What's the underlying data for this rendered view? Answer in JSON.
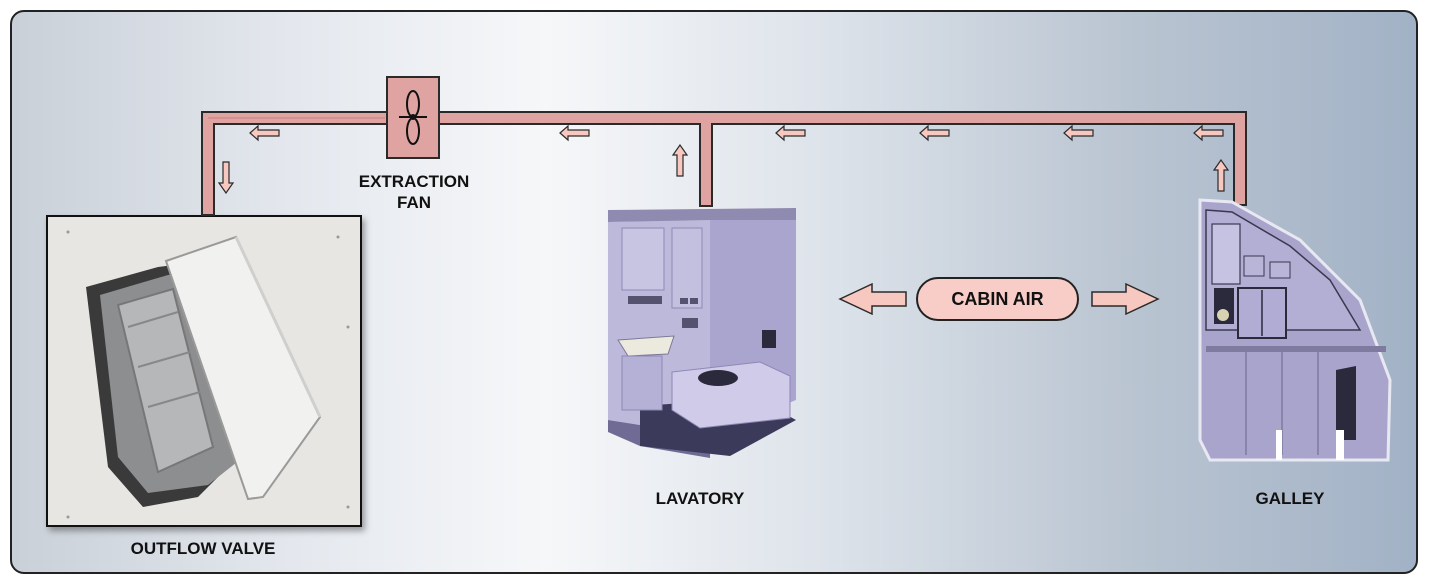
{
  "labels": {
    "extraction_fan_line1": "EXTRACTION",
    "extraction_fan_line2": "FAN",
    "lavatory": "LAVATORY",
    "galley": "GALLEY",
    "outflow_valve": "OUTFLOW VALVE",
    "cabin_air": "CABIN AIR"
  },
  "colors": {
    "duct_fill": "#dfa4a2",
    "duct_stroke": "#2a2a2a",
    "arrow_fill": "#f6c8c0",
    "pill_fill": "#f9cdc7",
    "room_fill": "#a9a4cc"
  }
}
